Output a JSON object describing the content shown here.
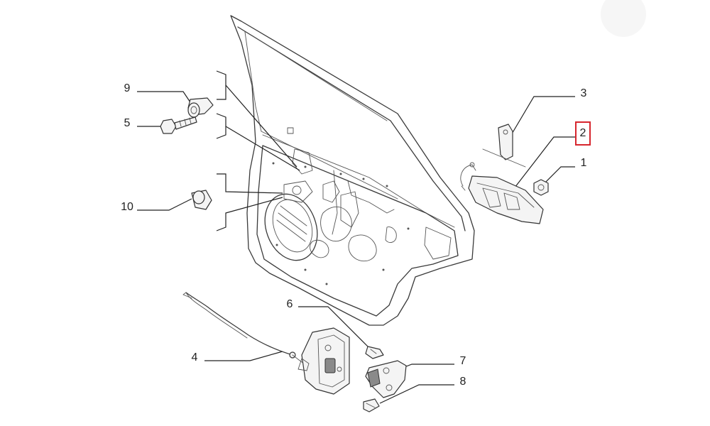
{
  "callouts": {
    "c1": "1",
    "c2": "2",
    "c3": "3",
    "c4": "4",
    "c5": "5",
    "c6": "6",
    "c7": "7",
    "c8": "8",
    "c9": "9",
    "c10": "10"
  },
  "highlighted_callout": "2",
  "colors": {
    "highlight": "#d7262e",
    "line": "#333333"
  }
}
